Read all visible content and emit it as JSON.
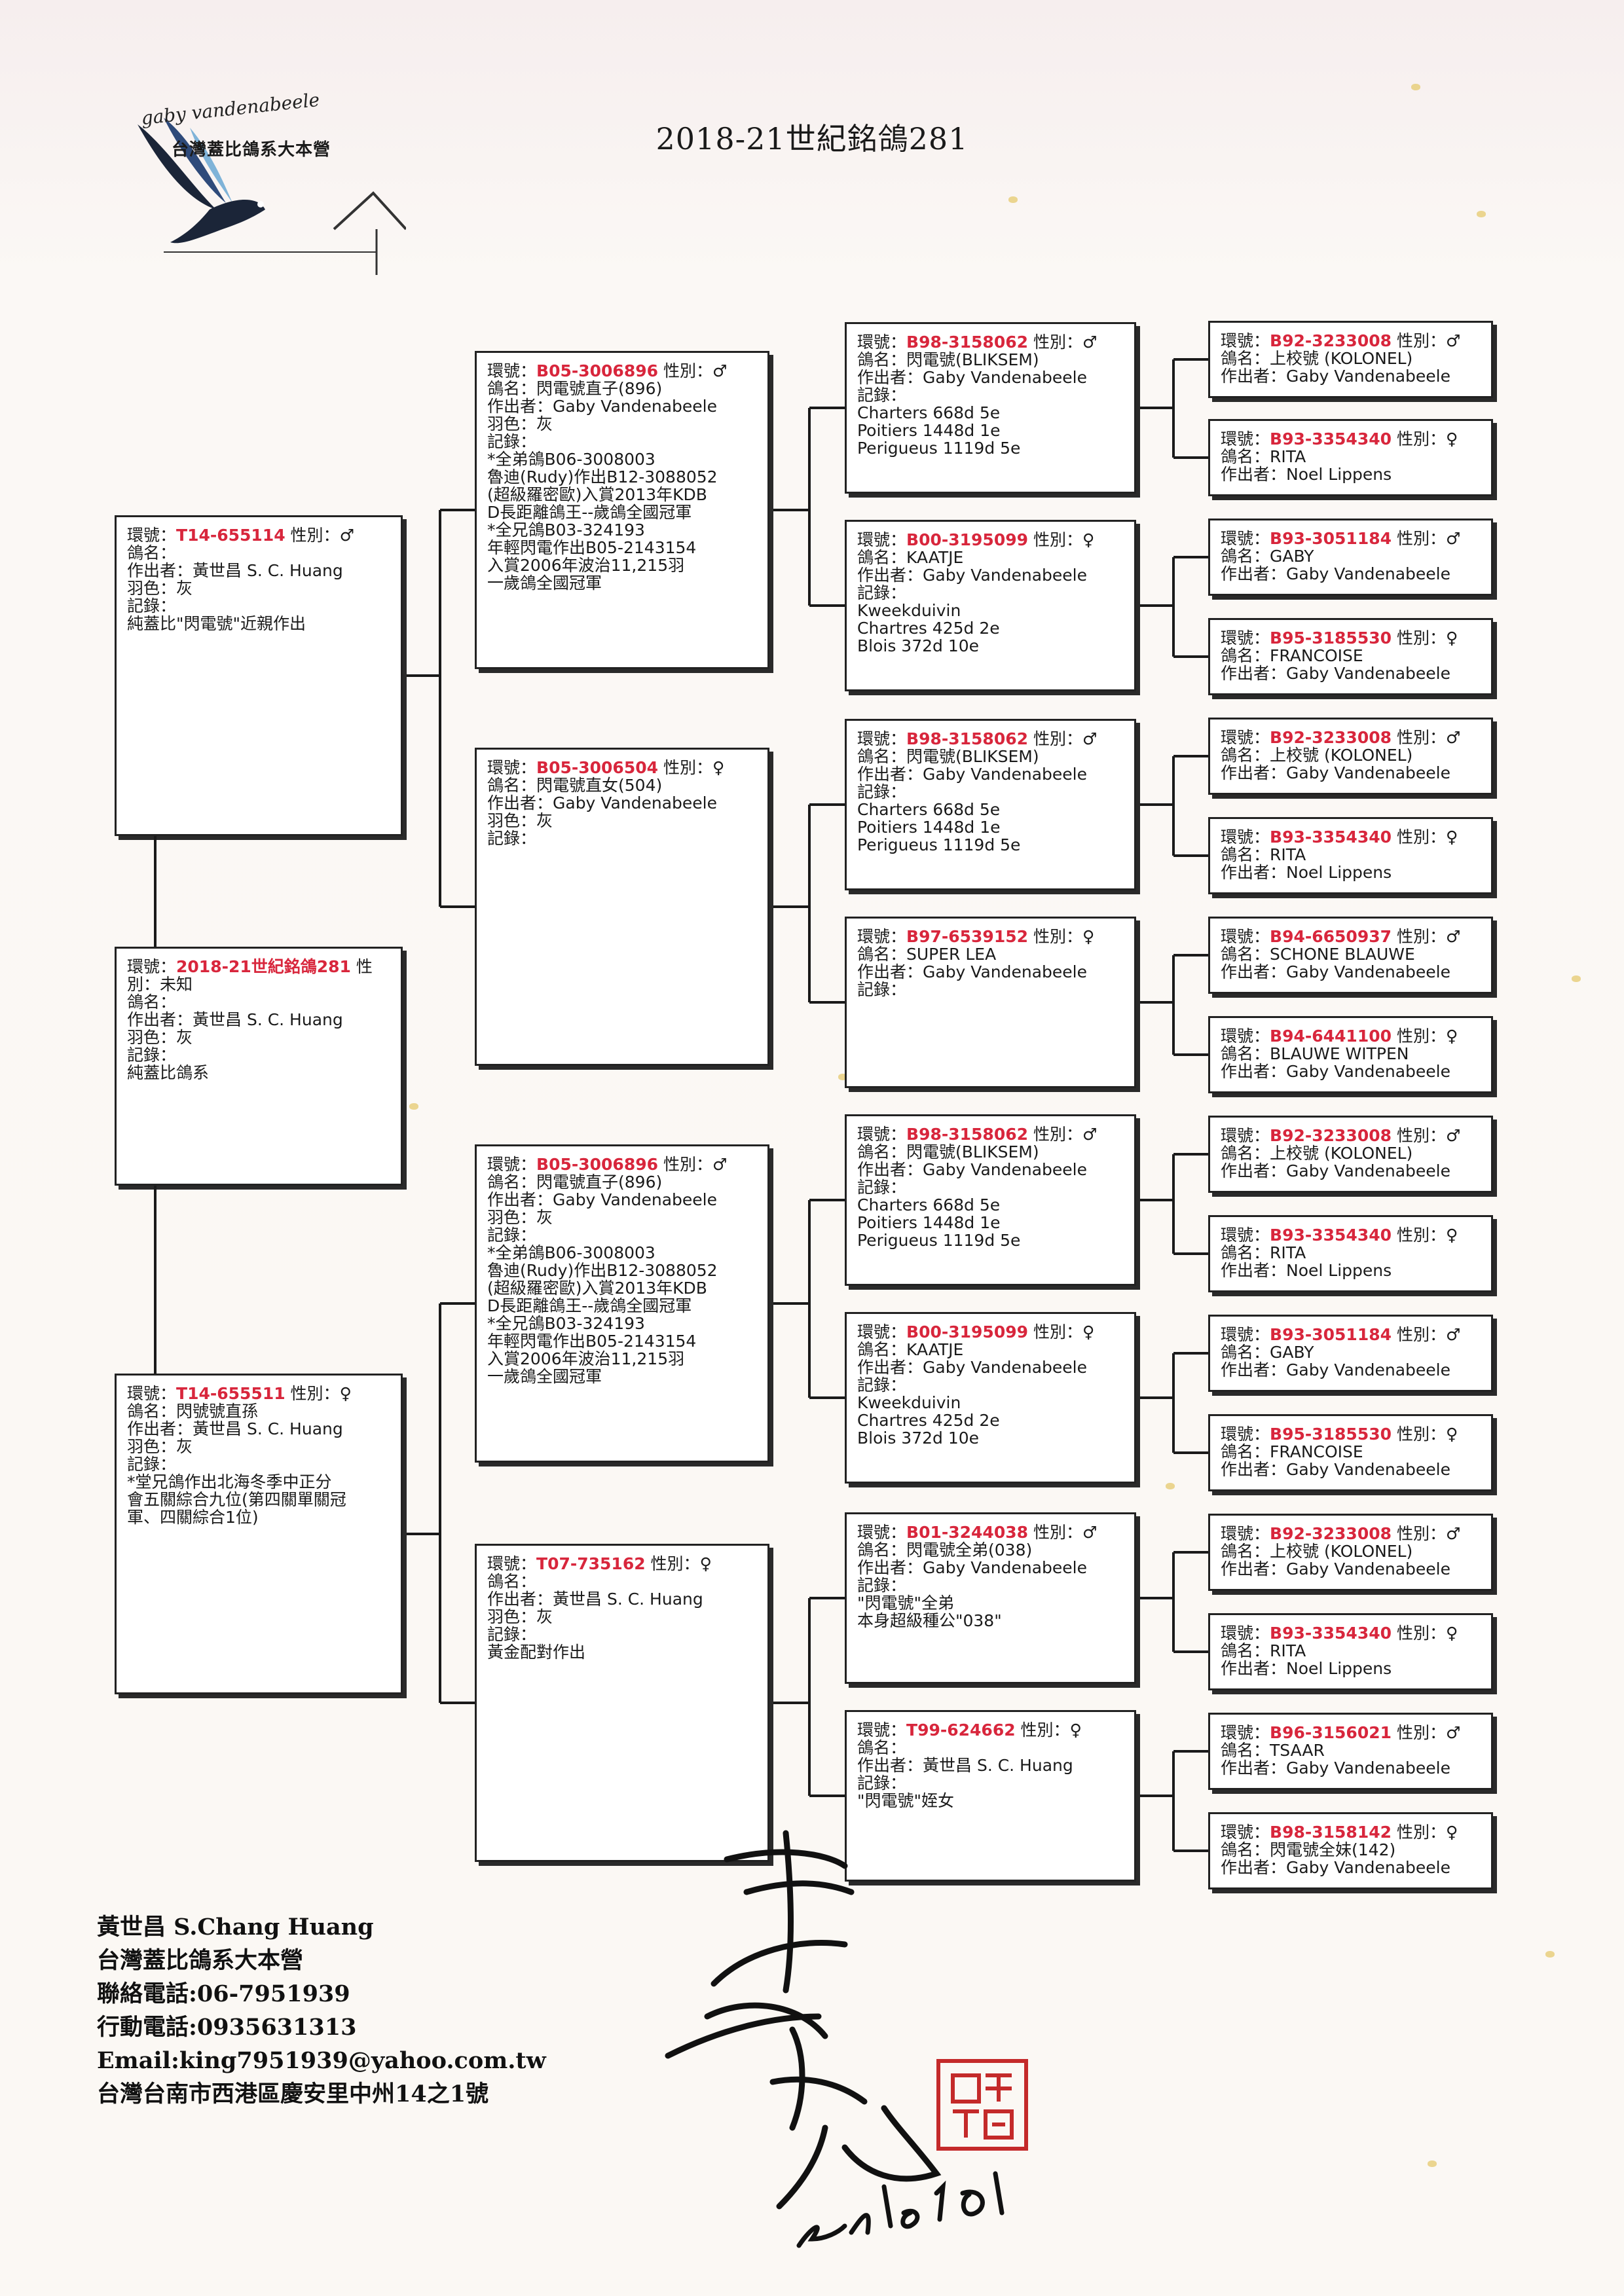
{
  "title": "2018-21世紀銘鴿281",
  "logo": {
    "script_text": "gaby vandenabeele",
    "org_name": "台灣蓋比鴿系大本營"
  },
  "labels": {
    "ring": "環號：",
    "sex": "性別：",
    "name": "鴿名：",
    "breeder": "作出者：",
    "color": "羽色：",
    "record": "記錄："
  },
  "boxes": [
    {
      "id": "g0",
      "title_lines": [
        "環號：2018-21世紀銘鴿281 性",
        "別：未知"
      ],
      "ring": "2018-21世紀銘鴿281",
      "sex": "未知",
      "lines": [
        "鴿名：",
        "作出者：黃世昌 S. C. Huang",
        "羽色：灰",
        "記錄：",
        "純蓋比鴿系"
      ]
    },
    {
      "id": "g1a",
      "ring": "T14-655114",
      "sex": "♂",
      "lines": [
        "鴿名：",
        "作出者：黃世昌 S. C. Huang",
        "羽色：灰",
        "記錄：",
        "純蓋比\"閃電號\"近親作出"
      ]
    },
    {
      "id": "g1b",
      "ring": "T14-655511",
      "sex": "♀",
      "lines": [
        "鴿名：閃號號直孫",
        "作出者：黃世昌 S. C. Huang",
        "羽色：灰",
        "記錄：",
        "*堂兄鴿作出北海冬季中正分",
        "會五關綜合九位(第四關單關冠",
        "軍、四關綜合1位)"
      ]
    },
    {
      "id": "g2a",
      "ring": "B05-3006896",
      "sex": "♂",
      "lines": [
        "鴿名：閃電號直子(896)",
        "作出者：Gaby Vandenabeele",
        "羽色：灰",
        "記錄：",
        "*全弟鴿B06-3008003",
        "魯迪(Rudy)作出B12-3088052",
        "(超級羅密歐)入賞2013年KDB",
        "D長距離鴿王--歲鴿全國冠軍",
        "*全兄鴿B03-324193",
        "年輕閃電作出B05-2143154",
        "入賞2006年波治11,215羽",
        "一歲鴿全國冠軍"
      ]
    },
    {
      "id": "g2b",
      "ring": "B05-3006504",
      "sex": "♀",
      "lines": [
        "鴿名：閃電號直女(504)",
        "作出者：Gaby Vandenabeele",
        "羽色：灰",
        "記錄："
      ]
    },
    {
      "id": "g2c",
      "ring": "B05-3006896",
      "sex": "♂",
      "lines": [
        "鴿名：閃電號直子(896)",
        "作出者：Gaby Vandenabeele",
        "羽色：灰",
        "記錄：",
        "*全弟鴿B06-3008003",
        "魯迪(Rudy)作出B12-3088052",
        "(超級羅密歐)入賞2013年KDB",
        "D長距離鴿王--歲鴿全國冠軍",
        "*全兄鴿B03-324193",
        "年輕閃電作出B05-2143154",
        "入賞2006年波治11,215羽",
        "一歲鴿全國冠軍"
      ]
    },
    {
      "id": "g2d",
      "ring": "T07-735162",
      "sex": "♀",
      "lines": [
        "鴿名：",
        "作出者：黃世昌 S. C. Huang",
        "羽色：灰",
        "記錄：",
        "黃金配對作出"
      ]
    },
    {
      "id": "g3a",
      "ring": "B98-3158062",
      "sex": "♂",
      "lines": [
        "鴿名：閃電號(BLIKSEM)",
        "作出者：Gaby Vandenabeele",
        "記錄：",
        "Charters 668d 5e",
        "Poitiers 1448d 1e",
        "Perigueus 1119d 5e"
      ]
    },
    {
      "id": "g3b",
      "ring": "B00-3195099",
      "sex": "♀",
      "lines": [
        "鴿名：KAATJE",
        "作出者：Gaby Vandenabeele",
        "記錄：",
        "Kweekduivin",
        "Chartres 425d 2e",
        "Blois 372d 10e"
      ]
    },
    {
      "id": "g3c",
      "ring": "B98-3158062",
      "sex": "♂",
      "lines": [
        "鴿名：閃電號(BLIKSEM)",
        "作出者：Gaby Vandenabeele",
        "記錄：",
        "Charters 668d 5e",
        "Poitiers 1448d 1e",
        "Perigueus 1119d 5e"
      ]
    },
    {
      "id": "g3d",
      "ring": "B97-6539152",
      "sex": "♀",
      "lines": [
        "鴿名：SUPER LEA",
        "作出者：Gaby Vandenabeele",
        "記錄："
      ]
    },
    {
      "id": "g3e",
      "ring": "B98-3158062",
      "sex": "♂",
      "lines": [
        "鴿名：閃電號(BLIKSEM)",
        "作出者：Gaby Vandenabeele",
        "記錄：",
        "Charters 668d 5e",
        "Poitiers 1448d 1e",
        "Perigueus 1119d 5e"
      ]
    },
    {
      "id": "g3f",
      "ring": "B00-3195099",
      "sex": "♀",
      "lines": [
        "鴿名：KAATJE",
        "作出者：Gaby Vandenabeele",
        "記錄：",
        "Kweekduivin",
        "Chartres 425d 2e",
        "Blois 372d 10e"
      ]
    },
    {
      "id": "g3g",
      "ring": "B01-3244038",
      "sex": "♂",
      "lines": [
        "鴿名：閃電號全弟(038)",
        "作出者：Gaby Vandenabeele",
        "記錄：",
        "\"閃電號\"全弟",
        "本身超級種公\"038\""
      ]
    },
    {
      "id": "g3h",
      "ring": "T99-624662",
      "sex": "♀",
      "lines": [
        "鴿名：",
        "作出者：黃世昌 S. C. Huang",
        "記錄：",
        "\"閃電號\"姪女"
      ]
    },
    {
      "id": "g4a",
      "ring": "B92-3233008",
      "sex": "♂",
      "lines": [
        "鴿名：上校號 (KOLONEL)",
        "作出者：Gaby Vandenabeele"
      ]
    },
    {
      "id": "g4b",
      "ring": "B93-3354340",
      "sex": "♀",
      "lines": [
        "鴿名：RITA",
        "作出者：Noel Lippens"
      ]
    },
    {
      "id": "g4c",
      "ring": "B93-3051184",
      "sex": "♂",
      "lines": [
        "鴿名：GABY",
        "作出者：Gaby Vandenabeele"
      ]
    },
    {
      "id": "g4d",
      "ring": "B95-3185530",
      "sex": "♀",
      "lines": [
        "鴿名：FRANCOISE",
        "作出者：Gaby Vandenabeele"
      ]
    },
    {
      "id": "g4e",
      "ring": "B92-3233008",
      "sex": "♂",
      "lines": [
        "鴿名：上校號 (KOLONEL)",
        "作出者：Gaby Vandenabeele"
      ]
    },
    {
      "id": "g4f",
      "ring": "B93-3354340",
      "sex": "♀",
      "lines": [
        "鴿名：RITA",
        "作出者：Noel Lippens"
      ]
    },
    {
      "id": "g4g",
      "ring": "B94-6650937",
      "sex": "♂",
      "lines": [
        "鴿名：SCHONE BLAUWE",
        "作出者：Gaby Vandenabeele"
      ]
    },
    {
      "id": "g4h",
      "ring": "B94-6441100",
      "sex": "♀",
      "lines": [
        "鴿名：BLAUWE WITPEN",
        "作出者：Gaby Vandenabeele"
      ]
    },
    {
      "id": "g4i",
      "ring": "B92-3233008",
      "sex": "♂",
      "lines": [
        "鴿名：上校號 (KOLONEL)",
        "作出者：Gaby Vandenabeele"
      ]
    },
    {
      "id": "g4j",
      "ring": "B93-3354340",
      "sex": "♀",
      "lines": [
        "鴿名：RITA",
        "作出者：Noel Lippens"
      ]
    },
    {
      "id": "g4k",
      "ring": "B93-3051184",
      "sex": "♂",
      "lines": [
        "鴿名：GABY",
        "作出者：Gaby Vandenabeele"
      ]
    },
    {
      "id": "g4l",
      "ring": "B95-3185530",
      "sex": "♀",
      "lines": [
        "鴿名：FRANCOISE",
        "作出者：Gaby Vandenabeele"
      ]
    },
    {
      "id": "g4m",
      "ring": "B92-3233008",
      "sex": "♂",
      "lines": [
        "鴿名：上校號 (KOLONEL)",
        "作出者：Gaby Vandenabeele"
      ]
    },
    {
      "id": "g4n",
      "ring": "B93-3354340",
      "sex": "♀",
      "lines": [
        "鴿名：RITA",
        "作出者：Noel Lippens"
      ]
    },
    {
      "id": "g4o",
      "ring": "B96-3156021",
      "sex": "♂",
      "lines": [
        "鴿名：TSAAR",
        "作出者：Gaby Vandenabeele"
      ]
    },
    {
      "id": "g4p",
      "ring": "B98-3158142",
      "sex": "♀",
      "lines": [
        "鴿名：閃電號全妹(142)",
        "作出者：Gaby Vandenabeele"
      ]
    }
  ],
  "contact": {
    "name": "黃世昌 S.Chang Huang",
    "org": "台灣蓋比鴿系大本營",
    "phone": "聯絡電話:06-7951939",
    "mobile": "行動電話:0935631313",
    "email": "Email:king7951939@yahoo.com.tw",
    "address": "台灣台南市西港區慶安里中州14之1號"
  },
  "handwritten_date": "2018.10.01"
}
